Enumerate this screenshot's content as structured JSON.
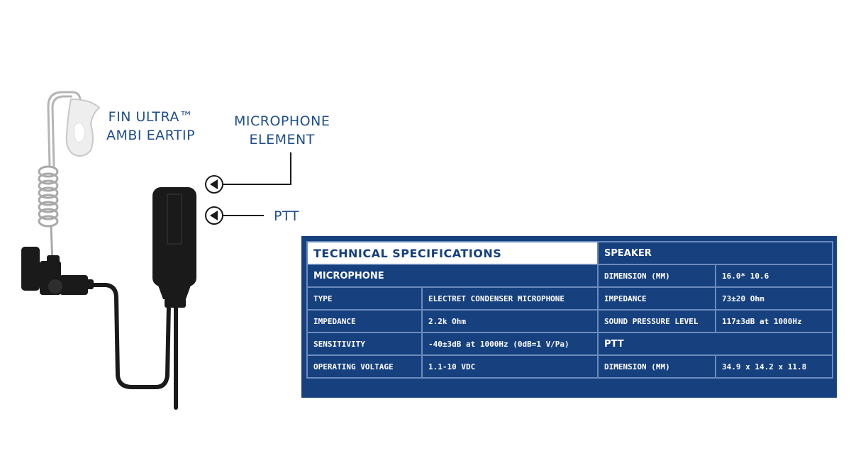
{
  "labels": {
    "eartip": [
      "FIN ULTRA™",
      "AMBI EARTIP"
    ],
    "microphone": [
      "MICROPHONE",
      "ELEMENT"
    ],
    "ptt": "PTT"
  },
  "table": {
    "title": "TECHNICAL SPECIFICATIONS",
    "microphone": {
      "header": "MICROPHONE",
      "rows": [
        [
          "TYPE",
          "ELECTRET CONDENSER MICROPHONE"
        ],
        [
          "IMPEDANCE",
          "2.2k Ohm"
        ],
        [
          "SENSITIVITY",
          "-40±3dB at 1000Hz (0dB=1 V/Pa)"
        ],
        [
          "OPERATING VOLTAGE",
          "1.1-10 VDC"
        ]
      ]
    },
    "speaker": {
      "header": "SPEAKER",
      "rows": [
        [
          "DIMENSION (MM)",
          "16.0* 10.6"
        ],
        [
          "IMPEDANCE",
          "73±20 Ohm"
        ],
        [
          "SOUND PRESSURE LEVEL",
          "117±3dB at 1000Hz"
        ]
      ]
    },
    "ptt": {
      "header": "PTT",
      "rows": [
        [
          "DIMENSION (MM)",
          "34.9 x 14.2 x 11.8"
        ]
      ]
    }
  },
  "colors": {
    "label_text": "#1f4e8c",
    "table_background": "#16407e",
    "table_grid": "#6b8bbd",
    "device_body": "#1a1a1a"
  }
}
